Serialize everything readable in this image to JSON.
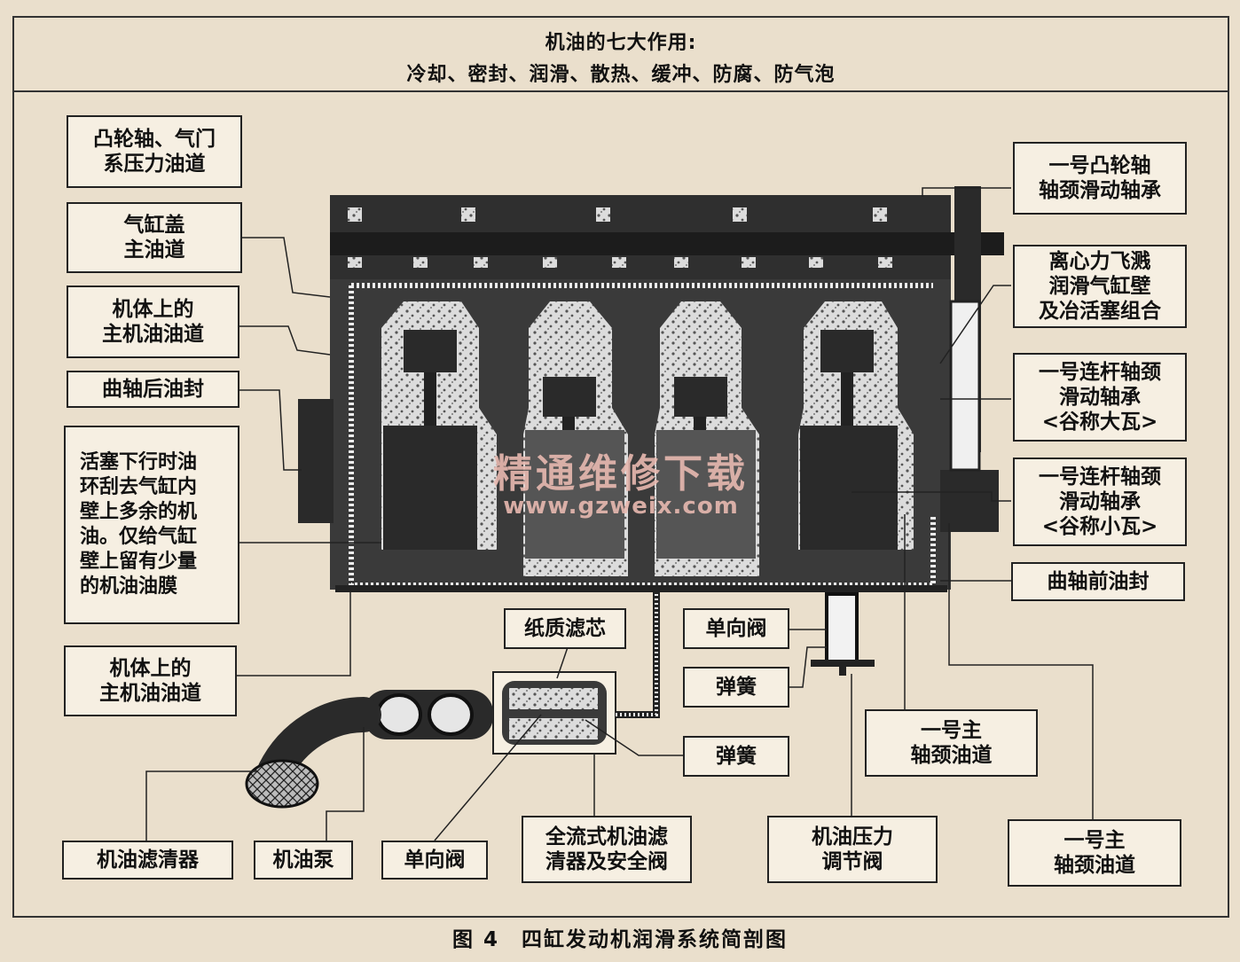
{
  "header": {
    "title": "机油的七大作用:",
    "functions": "冷却、密封、润滑、散热、缓冲、防腐、防气泡"
  },
  "labels": {
    "camshaft_valve": "凸轮轴、气门\n系压力油道",
    "head_gallery": "气缸盖\n主油道",
    "block_gallery_top": "机体上的\n主机油油道",
    "rear_seal": "曲轴后油封",
    "piston_note": "活塞下行时油\n环刮去气缸内\n壁上多余的机\n油。仅给气缸\n壁上留有少量\n的机油油膜",
    "block_gallery_bottom": "机体上的\n主机油油道",
    "paper_element": "纸质滤芯",
    "check_valve_top": "单向阀",
    "spring_top": "弹簧",
    "spring_filter": "弹簧",
    "cam_bearing": "一号凸轮轴\n轴颈滑动轴承",
    "splash": "离心力飞溅\n润滑气缸壁\n及冶活塞组合",
    "rod_big": "一号连杆轴颈\n滑动轴承\n<谷称大瓦>",
    "rod_small": "一号连杆轴颈\n滑动轴承\n<谷称小瓦>",
    "front_seal": "曲轴前油封",
    "main_journal_1": "一号主\n轴颈油道",
    "oil_strainer": "机油滤清器",
    "oil_pump": "机油泵",
    "check_valve_bottom": "单向阀",
    "full_flow_filter": "全流式机油滤\n清器及安全阀",
    "pressure_reg": "机油压力\n调节阀",
    "main_journal_2": "一号主\n轴颈油道"
  },
  "caption": "图 4　四缸发动机润滑系统简剖图",
  "watermark": {
    "title": "精通维修下载",
    "url": "www.gzweix.com"
  },
  "colors": {
    "background": "#eadfcc",
    "engine": "#2f2f2f",
    "engine_dark": "#1c1c1c",
    "oil_speckle": "#cfcfcf"
  }
}
